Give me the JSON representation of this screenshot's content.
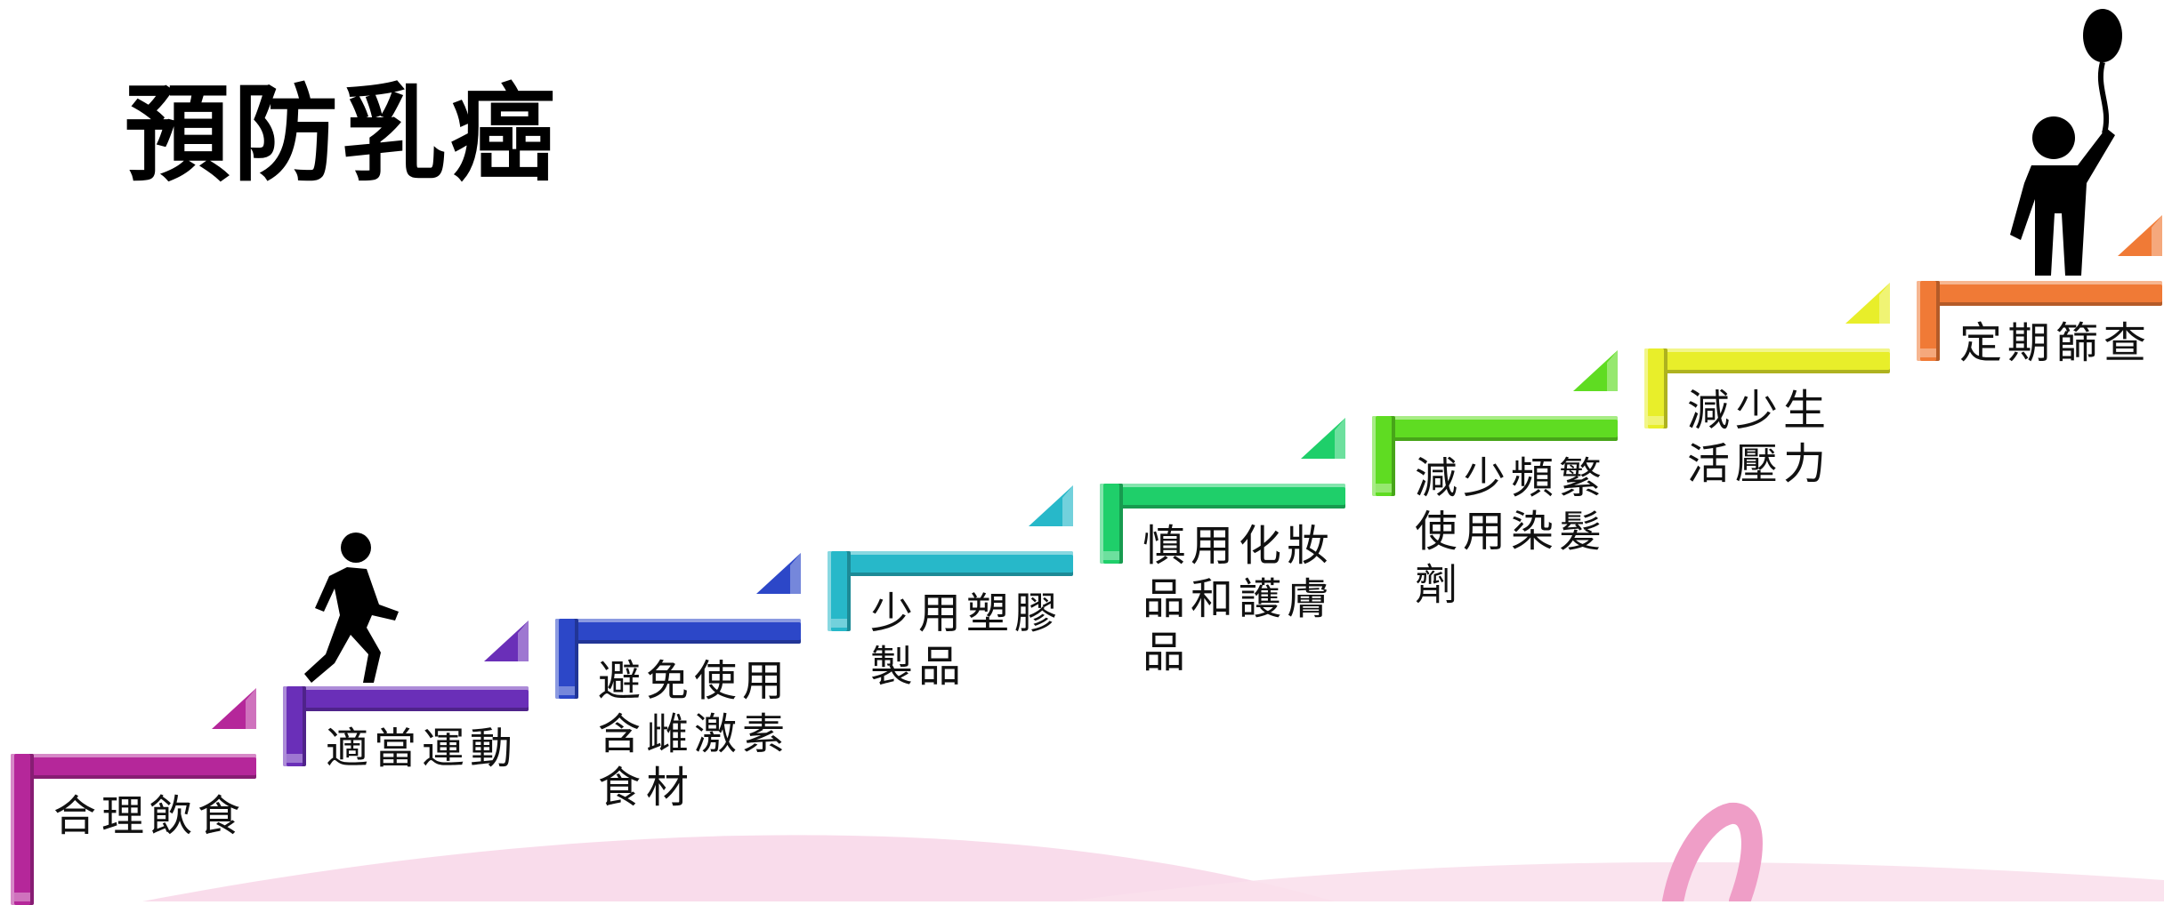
{
  "title": "預防乳癌",
  "steps": [
    {
      "label": "合理飲食",
      "color": "#b5279a"
    },
    {
      "label": "適當運動",
      "color": "#6a2fb8"
    },
    {
      "label": "避免使用\n含雌激素\n食材",
      "color": "#2c47c8"
    },
    {
      "label": "少用塑膠\n製品",
      "color": "#27b8c9"
    },
    {
      "label": "慎用化妝\n品和護膚\n品",
      "color": "#1fcf6a"
    },
    {
      "label": "減少頻繁\n使用染髮\n劑",
      "color": "#5fdc22"
    },
    {
      "label": "減少生\n活壓力",
      "color": "#e8ee2a"
    },
    {
      "label": "定期篩查",
      "color": "#f07a36"
    }
  ],
  "icons": {
    "walker": "walking-person-icon",
    "balloon": "person-with-balloon-icon",
    "ribbon": "pink-ribbon-icon"
  }
}
